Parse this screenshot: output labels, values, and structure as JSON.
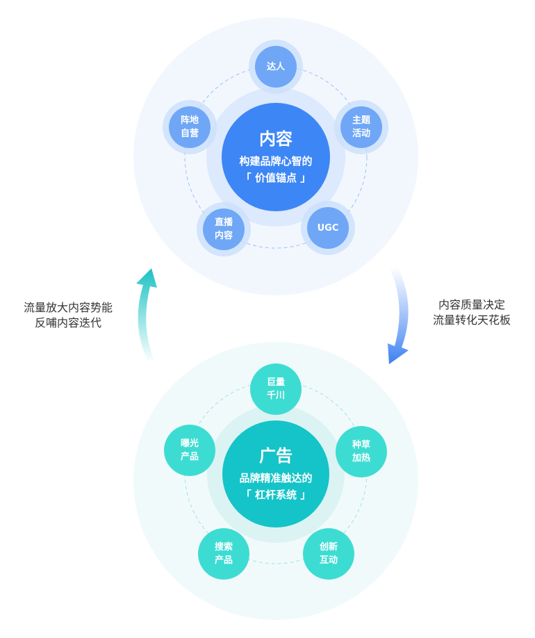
{
  "content_cluster": {
    "title": "内容",
    "subtitle_line1": "构建品牌心智的",
    "subtitle_line2": "「 价值锚点 」",
    "color": "#3d86f5",
    "satellites": [
      {
        "line1": "达人",
        "line2": ""
      },
      {
        "line1": "主题",
        "line2": "活动"
      },
      {
        "line1": "UGC",
        "line2": ""
      },
      {
        "line1": "直播",
        "line2": "内容"
      },
      {
        "line1": "阵地",
        "line2": "自营"
      }
    ]
  },
  "ad_cluster": {
    "title": "广告",
    "subtitle_line1": "品牌精准触达的",
    "subtitle_line2": "「 杠杆系统 」",
    "color": "#14c4c8",
    "satellites": [
      {
        "line1": "巨量",
        "line2": "千川"
      },
      {
        "line1": "种草",
        "line2": "加热"
      },
      {
        "line1": "创新",
        "line2": "互动"
      },
      {
        "line1": "搜索",
        "line2": "产品"
      },
      {
        "line1": "曝光",
        "line2": "产品"
      }
    ]
  },
  "arrows": {
    "left_label_line1": "流量放大内容势能",
    "left_label_line2": "反哺内容迭代",
    "right_label_line1": "内容质量决定",
    "right_label_line2": "流量转化天花板"
  }
}
